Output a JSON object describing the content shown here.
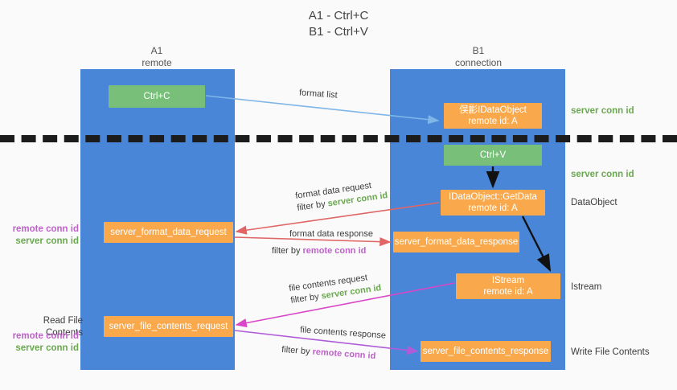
{
  "title": {
    "line1": "A1 - Ctrl+C",
    "line2": "B1 - Ctrl+V"
  },
  "columns": [
    {
      "name": "A1",
      "role": "remote"
    },
    {
      "name": "B1",
      "role": "connection"
    }
  ],
  "nodes": {
    "ctrl_c": {
      "label": "Ctrl+C",
      "color": "#78c07a"
    },
    "idataobject": {
      "label": "俣彲IDataObject",
      "sub": "remote id: A",
      "color": "#f9a94b"
    },
    "ctrl_v": {
      "label": "Ctrl+V",
      "color": "#78c07a"
    },
    "getdata": {
      "label": "IDataObject::GetData",
      "sub": "remote id: A",
      "color": "#f9a94b"
    },
    "format_data_request": {
      "label": "server_format_data_request",
      "color": "#f9a94b"
    },
    "format_data_response": {
      "label": "server_format_data_response",
      "color": "#f9a94b"
    },
    "istream": {
      "label": "IStream",
      "sub": "remote id: A",
      "color": "#f9a94b"
    },
    "file_contents_request": {
      "label": "server_file_contents_request",
      "color": "#f9a94b"
    },
    "file_contents_response": {
      "label": "server_file_contents_response",
      "color": "#f9a94b"
    }
  },
  "edges": {
    "format_list": {
      "label": "format list",
      "color": "#7eb6e8"
    },
    "format_data_request": {
      "line1": "format data request",
      "filter_prefix": "filter by ",
      "filter_value": "server conn id",
      "color": "#e06666"
    },
    "format_data_response": {
      "line1": "format data response",
      "filter_prefix": "filter by ",
      "filter_value": "remote conn id",
      "color": "#e06666"
    },
    "file_contents_request": {
      "line1": "file contents request",
      "filter_prefix": "filter by ",
      "filter_value": "server conn id",
      "color": "#d946c8"
    },
    "file_contents_response": {
      "line1": "file contents response",
      "filter_prefix": "filter by ",
      "filter_value": "remote conn id",
      "color": "#b05cd8"
    }
  },
  "annotations": {
    "right": [
      {
        "text": "server conn id",
        "color": "green"
      },
      {
        "text": "server conn id",
        "color": "green"
      },
      {
        "text": "DataObject",
        "color": "dark"
      },
      {
        "text": "Istream",
        "color": "dark"
      },
      {
        "text": "Write File Contents",
        "color": "dark"
      }
    ],
    "left": {
      "remote_conn_id": "remote conn id",
      "server_conn_id": "server conn id",
      "read_file_contents": "Read File Contents"
    }
  },
  "colors": {
    "lane": "#4a86d8",
    "green_box": "#78c07a",
    "orange_box": "#f9a94b",
    "green_text": "#6aa84f",
    "magenta_text": "#c061cb",
    "divider": "#1c1c1c"
  }
}
